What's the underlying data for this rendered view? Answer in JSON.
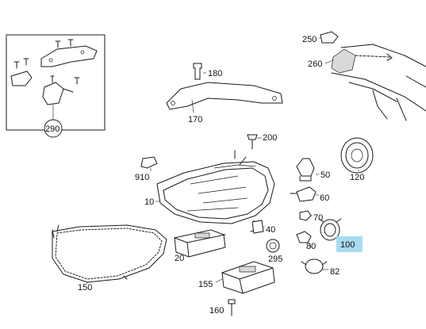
{
  "highlight_color": "#a7dbf0",
  "callouts": {
    "c250": "250",
    "c260": "260",
    "c180": "180",
    "c170": "170",
    "c290": "290",
    "c200": "200",
    "c910": "910",
    "c10": "10",
    "c50": "50",
    "c120": "120",
    "c60": "60",
    "c70": "70",
    "c40": "40",
    "c100": "100",
    "c80": "80",
    "c295": "295",
    "c20": "20",
    "c82": "82",
    "c150": "150",
    "c155": "155",
    "c160": "160"
  }
}
